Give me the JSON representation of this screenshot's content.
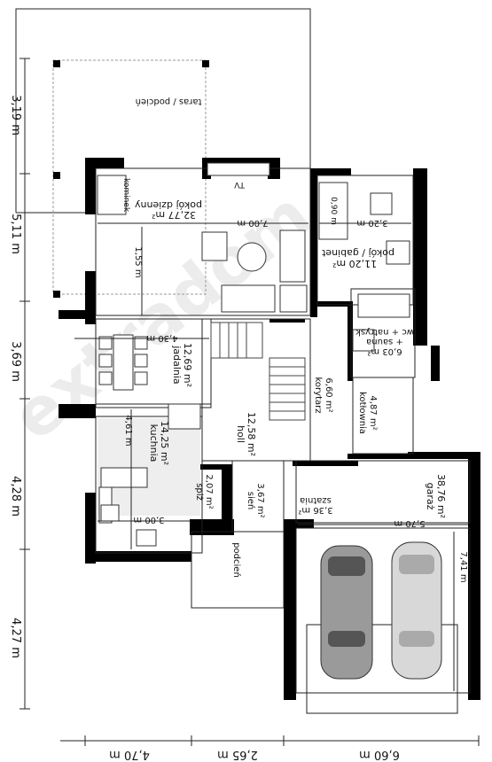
{
  "rooms": {
    "taras": "taras / podcień",
    "pokoj_dzienny": "pokój dzienny",
    "pokoj_dzienny_area": "32,77 m²",
    "pokoj_gabinet": "pokój / gabinet",
    "pokoj_gabinet_area": "11,20 m²",
    "wc": "wc + natrysk",
    "wc2": "+ sauna",
    "wc_area": "6,03 m²",
    "jadalnia": "jadalnia",
    "jadalnia_area": "12,69 m²",
    "korytarz": "korytarz",
    "korytarz_area": "6,60 m²",
    "holl": "holl",
    "holl_area": "12,58 m²",
    "kotlownia": "kotłownia",
    "kotlownia_area": "4,87 m²",
    "kuchnia": "kuchnia",
    "kuchnia_area": "14,25 m²",
    "spiz": "spiż",
    "spiz_area": "2,07 m²",
    "sien": "sień",
    "sien_area": "3,67 m²",
    "szatnia": "szatnia",
    "szatnia_area": "3,36 m²",
    "garaz": "garaż",
    "garaz_area": "38,76 m²",
    "podcien": "podcień",
    "tv": "TV",
    "kominek": "kominek"
  },
  "inner_dims": {
    "d700": "7,00 m",
    "d155": "1,55 m",
    "d320": "3,20 m",
    "d090": "0,90 m",
    "d430": "4,30 m",
    "d461": "4,61 m",
    "d300": "3,00 m",
    "d570": "5,70 m",
    "d741": "7,41 m"
  },
  "outer_dims": {
    "left_top": "3,19 m",
    "left_2": "5,11 m",
    "left_3": "3,69 m",
    "left_4": "4,28 m",
    "left_5": "4,27 m",
    "bottom_1": "4,70 m",
    "bottom_2": "2,65 m",
    "bottom_3": "6,60 m"
  },
  "watermark": "extradom"
}
